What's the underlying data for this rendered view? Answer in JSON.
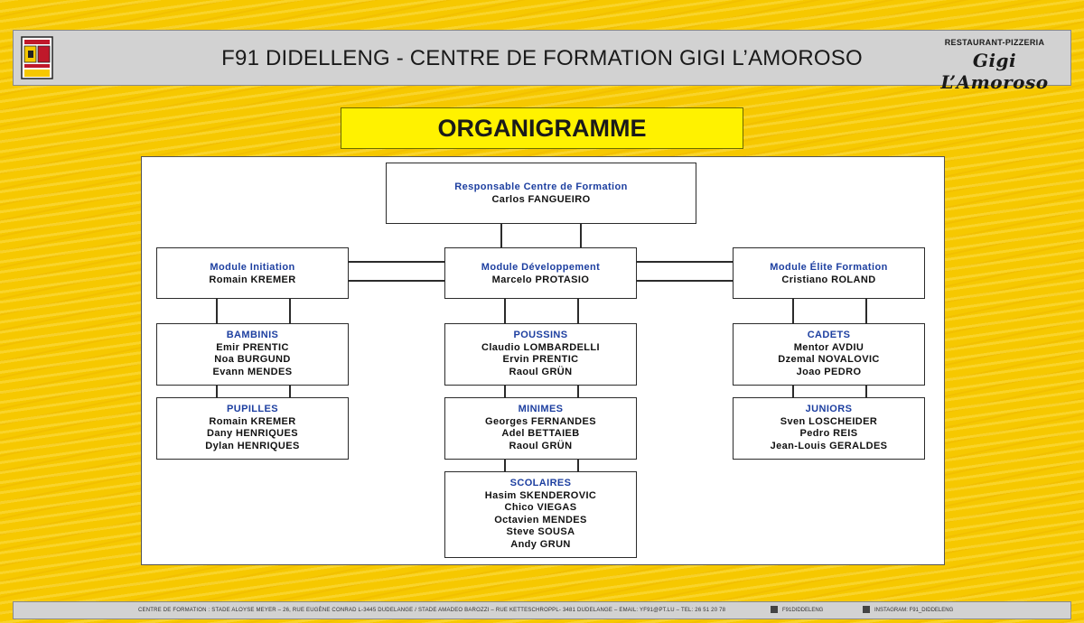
{
  "header": {
    "title": "F91 DIDELLENG - CENTRE DE FORMATION GIGI L’AMOROSO",
    "sponsor_top": "RESTAURANT-PIZZERIA",
    "sponsor_name": "Gigi L’Amoroso"
  },
  "page_title": "ORGANIGRAMME",
  "org": {
    "root": {
      "title": "Responsable Centre de Formation",
      "members": [
        "Carlos FANGUEIRO"
      ]
    },
    "modules": [
      {
        "title": "Module Initiation",
        "members": [
          "Romain KREMER"
        ]
      },
      {
        "title": "Module Développement",
        "members": [
          "Marcelo PROTASIO"
        ]
      },
      {
        "title": "Module Élite Formation",
        "members": [
          "Cristiano ROLAND"
        ]
      }
    ],
    "teams": {
      "bambinis": {
        "title": "BAMBINIS",
        "members": [
          "Emir PRENTIC",
          "Noa BURGUND",
          "Evann MENDES"
        ]
      },
      "pupilles": {
        "title": "PUPILLES",
        "members": [
          "Romain KREMER",
          "Dany HENRIQUES",
          "Dylan HENRIQUES"
        ]
      },
      "poussins": {
        "title": "POUSSINS",
        "members": [
          "Claudio LOMBARDELLI",
          "Ervin PRENTIC",
          "Raoul GRÜN"
        ]
      },
      "minimes": {
        "title": "MINIMES",
        "members": [
          "Georges FERNANDES",
          "Adel BETTAIEB",
          "Raoul GRÜN"
        ]
      },
      "scolaires": {
        "title": "SCOLAIRES",
        "members": [
          "Hasim SKENDEROVIC",
          "Chico VIEGAS",
          "Octavien MENDES",
          "Steve SOUSA",
          "Andy GRUN"
        ]
      },
      "cadets": {
        "title": "CADETS",
        "members": [
          "Mentor AVDIU",
          "Dzemal NOVALOVIC",
          "Joao PEDRO"
        ]
      },
      "juniors": {
        "title": "JUNIORS",
        "members": [
          "Sven LOSCHEIDER",
          "Pedro REIS",
          "Jean-Louis GERALDES"
        ]
      }
    }
  },
  "footer": {
    "address": "CENTRE DE FORMATION : STADE ALOYSE MEYER – 26, RUE EUGÈNE CONRAD L-3445 DUDELANGE / STADE AMADEO BAROZZI – RUE KETTESCHROPPL- 3481 DUDELANGE – EMAIL: YF91@PT.LU – TEL: 26 51 20 78",
    "facebook": "F91DIDDELENG",
    "instagram": "INSTAGRAM: F91_DIDDELENG"
  },
  "colors": {
    "background": "#f6c800",
    "title_box": "#fff200",
    "node_title": "#1d3fa0"
  }
}
